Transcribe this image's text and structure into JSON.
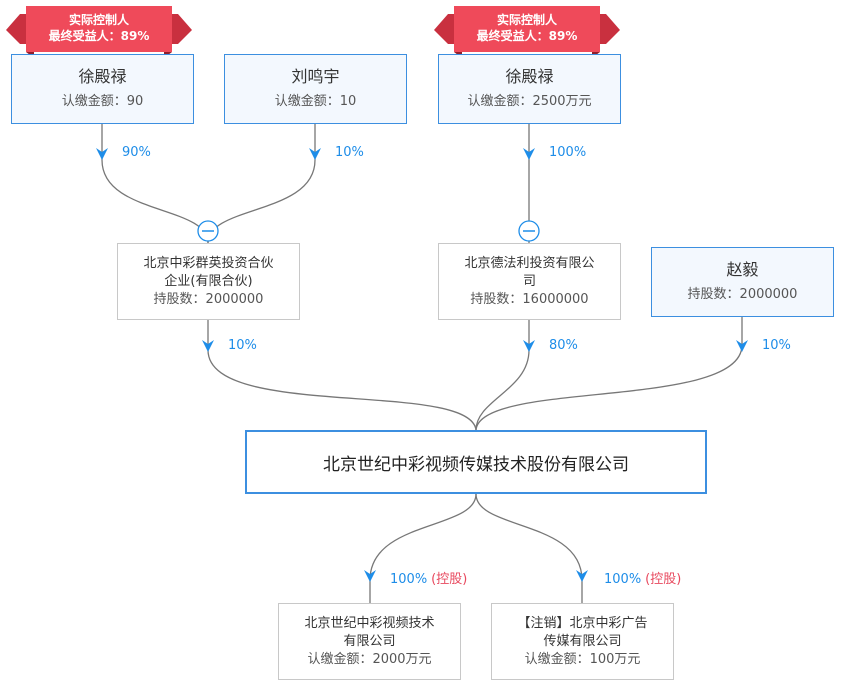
{
  "badge": {
    "line1": "实际控制人",
    "line2": "最终受益人：89%"
  },
  "shareholders": [
    {
      "name": "徐殿禄",
      "detail": "认缴金额：90"
    },
    {
      "name": "刘鸣宇",
      "detail": "认缴金额：10"
    },
    {
      "name": "徐殿禄",
      "detail": "认缴金额：2500万元"
    }
  ],
  "mid": [
    {
      "name1": "北京中彩群英投资合伙",
      "name2": "企业(有限合伙)",
      "detail": "持股数：2000000"
    },
    {
      "name1": "北京德法利投资有限公",
      "name2": "司",
      "detail": "持股数：16000000"
    },
    {
      "name": "赵毅",
      "detail": "持股数：2000000"
    }
  ],
  "percents": {
    "p90": "90%",
    "p10a": "10%",
    "p100": "100%",
    "p10b": "10%",
    "p80": "80%",
    "p10c": "10%",
    "s1": "100%",
    "s2": "100%",
    "ctrl": "(控股)"
  },
  "main": {
    "name": "北京世纪中彩视频传媒技术股份有限公司"
  },
  "subs": [
    {
      "name1": "北京世纪中彩视频技术",
      "name2": "有限公司",
      "detail": "认缴金额：2000万元"
    },
    {
      "name1": "【注销】北京中彩广告",
      "name2": "传媒有限公司",
      "detail": "认缴金额：100万元"
    }
  ],
  "colors": {
    "blue": "#1e8de8",
    "red": "#e84a5f",
    "line": "#777777"
  }
}
